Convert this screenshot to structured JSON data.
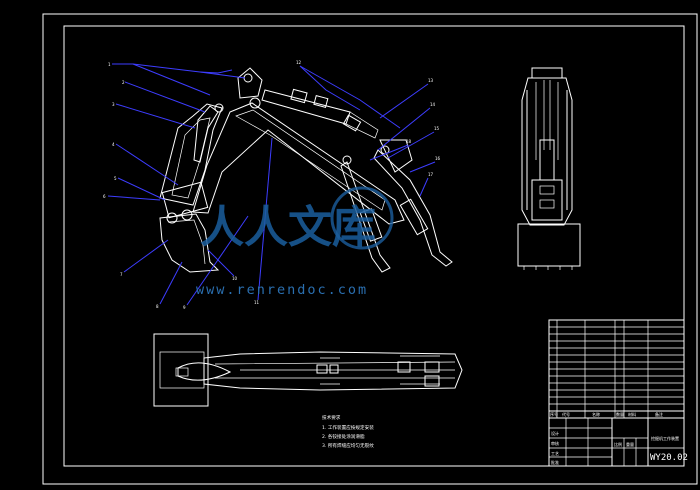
{
  "drawing": {
    "code": "WY20.02"
  },
  "balloons": [
    "1",
    "2",
    "3",
    "4",
    "5",
    "6",
    "7",
    "8",
    "9",
    "10",
    "11",
    "12",
    "13",
    "14",
    "15",
    "16",
    "17",
    "18"
  ],
  "notes": {
    "title": "技术要求",
    "lines": [
      "1. 工作装置应按规定安装",
      "2. 各铰接处涂润滑脂",
      "3. 所有焊缝应均匀无裂纹"
    ]
  },
  "title_block": {
    "headers": [
      "序号",
      "代号",
      "名称",
      "数量",
      "材料",
      "备注"
    ],
    "approval_labels": [
      "设计",
      "审核",
      "工艺",
      "批准"
    ],
    "scale_labels": [
      "比例",
      "重量"
    ],
    "part_name": "挖掘机工作装置"
  },
  "watermark": {
    "text": "人人文库",
    "url": "www.renrendoc.com"
  }
}
